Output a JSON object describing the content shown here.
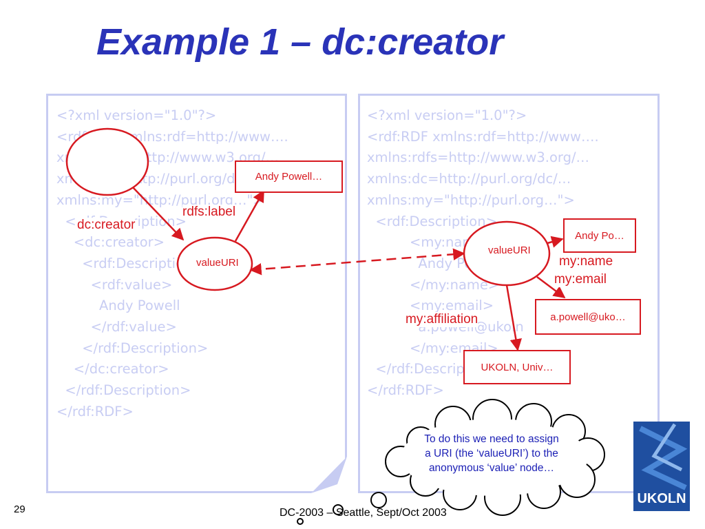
{
  "slide": {
    "title": "Example 1 – dc:creator",
    "page_number": "29",
    "footer": "DC-2003 – Seattle, Sept/Oct 2003"
  },
  "left_code": [
    "<?xml version=\"1.0\"?>",
    "<rdf:RDF xmlns:rdf=http://www….",
    "xmlns:rdfs=http://www.w3.org/…",
    "xmlns:dc=http://purl.org/dc/…",
    "xmlns:my=\"http://purl.org…\">",
    "  <rdf:Description>",
    "    <dc:creator>",
    "      <rdf:Description>",
    "        <rdf:value>",
    "          Andy Powell",
    "        </rdf:value>",
    "      </rdf:Description>",
    "    </dc:creator>",
    "  </rdf:Description>",
    "</rdf:RDF>"
  ],
  "right_code": [
    "<?xml version=\"1.0\"?>",
    "<rdf:RDF xmlns:rdf=http://www….",
    "xmlns:rdfs=http://www.w3.org/…",
    "xmlns:dc=http://purl.org/dc/…",
    "xmlns:my=\"http://purl.org…\">",
    "  <rdf:Description>",
    "          <my:name>",
    "            Andy Powell",
    "          </my:name>",
    "          <my:email>",
    "            a.powell@ukoln",
    "          </my:email>",
    "  </rdf:Description>",
    "</rdf:RDF>"
  ],
  "left_graph": {
    "node_label": "valueURI",
    "literal": "Andy Powell…",
    "edge_label_1": "rdfs:label",
    "edge_label_2": "dc:creator"
  },
  "right_graph": {
    "node_label": "valueURI",
    "name_literal": "Andy Po…",
    "email_literal": "a.powell@uko…",
    "affiliation_literal": "UKOLN, Univ…",
    "edge_name": "my:name",
    "edge_email": "my:email",
    "edge_affiliation": "my:affiliation"
  },
  "callout": {
    "text": "To do this we need to assign a URI (the ‘valueURI’) to the anonymous ‘value’ node…"
  },
  "logo": {
    "text": "UKOLN"
  },
  "colors": {
    "title": "#2a33b8",
    "graph": "#d71920",
    "code": "#c8cdf3",
    "callout_text": "#1b1fb5"
  }
}
